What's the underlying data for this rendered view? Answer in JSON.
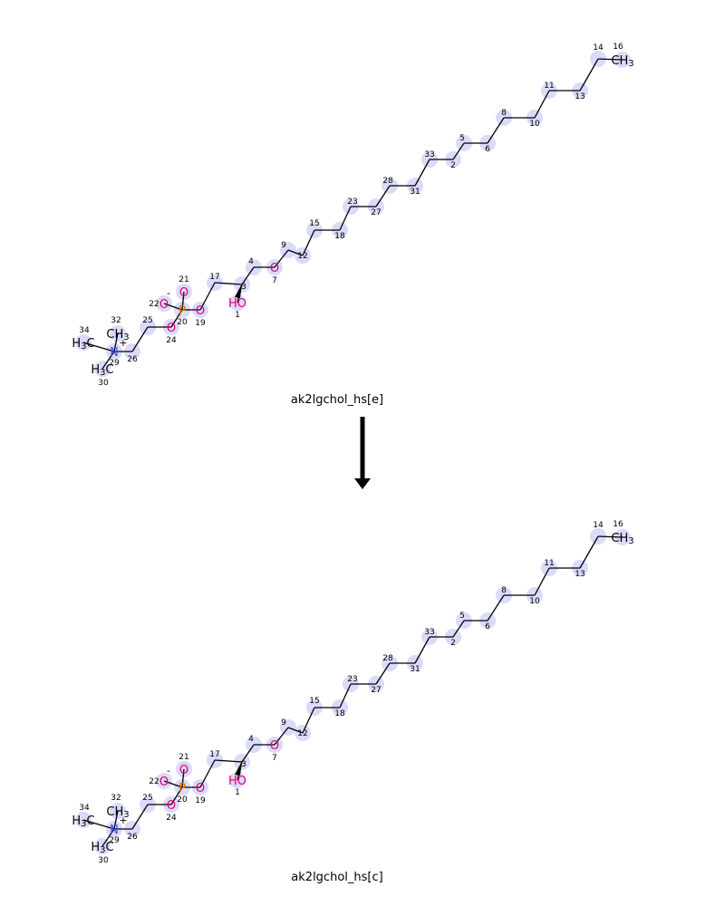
{
  "reaction": {
    "reactant_caption": "ak2lgchol_hs[e]",
    "product_caption": "ak2lgchol_hs[c]",
    "arrow": "transport-arrow-down"
  },
  "colors": {
    "bond": "#000000",
    "halo": "#dadafa",
    "oxygen": "#e0006e",
    "phosphorus": "#e07000",
    "nitrogen": "#3050f8",
    "carbon": "#000000"
  },
  "molecule": {
    "atoms": [
      {
        "id": "1",
        "label": "HO"
      },
      {
        "id": "3",
        "label": ""
      },
      {
        "id": "4",
        "label": ""
      },
      {
        "id": "7",
        "label": "O"
      },
      {
        "id": "9",
        "label": ""
      },
      {
        "id": "12",
        "label": ""
      },
      {
        "id": "15",
        "label": ""
      },
      {
        "id": "18",
        "label": ""
      },
      {
        "id": "23",
        "label": ""
      },
      {
        "id": "27",
        "label": ""
      },
      {
        "id": "28",
        "label": ""
      },
      {
        "id": "31",
        "label": ""
      },
      {
        "id": "33",
        "label": ""
      },
      {
        "id": "2",
        "label": ""
      },
      {
        "id": "5",
        "label": ""
      },
      {
        "id": "6",
        "label": ""
      },
      {
        "id": "8",
        "label": ""
      },
      {
        "id": "10",
        "label": ""
      },
      {
        "id": "11",
        "label": ""
      },
      {
        "id": "13",
        "label": ""
      },
      {
        "id": "14",
        "label": ""
      },
      {
        "id": "16",
        "label": "CH3"
      },
      {
        "id": "17",
        "label": ""
      },
      {
        "id": "19",
        "label": "O"
      },
      {
        "id": "20",
        "label": "P"
      },
      {
        "id": "21",
        "label": "O"
      },
      {
        "id": "22",
        "label": "O"
      },
      {
        "id": "24",
        "label": "O"
      },
      {
        "id": "25",
        "label": ""
      },
      {
        "id": "26",
        "label": ""
      },
      {
        "id": "29",
        "label": "N"
      },
      {
        "id": "32",
        "label": "CH3"
      },
      {
        "id": "34",
        "label": "H3C"
      },
      {
        "id": "30",
        "label": "H3C"
      }
    ],
    "charges": [
      {
        "atom": "22",
        "symbol": "-"
      },
      {
        "atom": "29",
        "symbol": "+"
      }
    ]
  }
}
